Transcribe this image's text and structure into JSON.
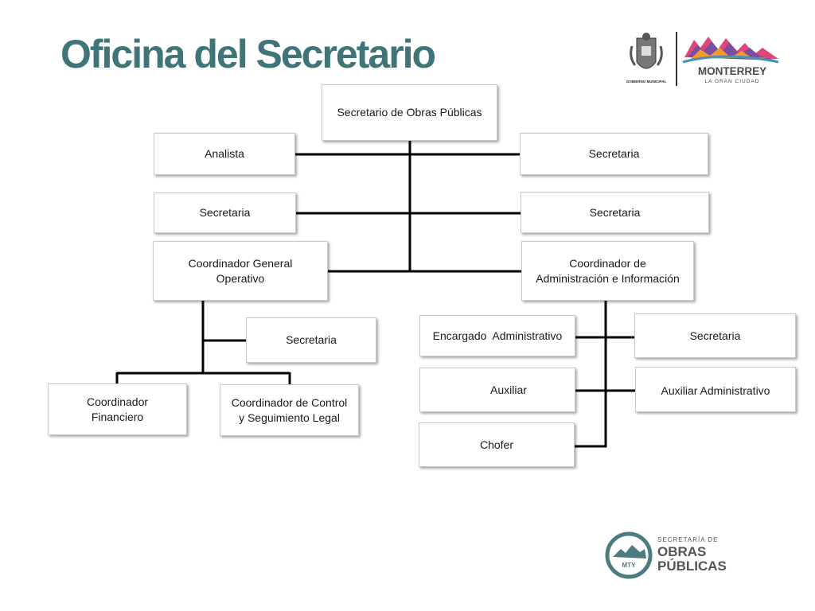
{
  "title": "Oficina del Secretario",
  "colors": {
    "title": "#3f7478",
    "lines": "#000000",
    "box_border": "#c9c9c9",
    "brand_teal": "#4a7c80"
  },
  "org_chart": {
    "root": "Secretario de Obras Públicas",
    "analista": "Analista",
    "secretaria_right_1": "Secretaria",
    "secretaria_left_2": "Secretaria",
    "secretaria_right_2": "Secretaria",
    "coord_general_line1": "Coordinador General",
    "coord_general_line2": "Operativo",
    "coord_admin_line1": "Coordinador de",
    "coord_admin_line2": "Administración e Información",
    "secretaria_cgo": "Secretaria",
    "coord_financiero_line1": "Coordinador",
    "coord_financiero_line2": "Financiero",
    "coord_control_line1": "Coordinador de Control",
    "coord_control_line2": "y Seguimiento Legal",
    "encargado_admin": "Encargado  Administrativo",
    "secretaria_cai": "Secretaria",
    "auxiliar": "Auxiliar",
    "auxiliar_admin": "Auxiliar Administrativo",
    "chofer": "Chofer"
  },
  "logo_top": {
    "seal_text": "GOBIERNO MUNICIPAL",
    "city": "MONTERREY",
    "tagline": "LA GRAN CIUDAD",
    "icon": "monterrey-mountain-icon"
  },
  "logo_bottom": {
    "badge": "MTY",
    "line1": "SECRETARÍA DE",
    "line2": "OBRAS",
    "line3": "PÚBLICAS",
    "icon": "obras-publicas-mountain-icon"
  }
}
